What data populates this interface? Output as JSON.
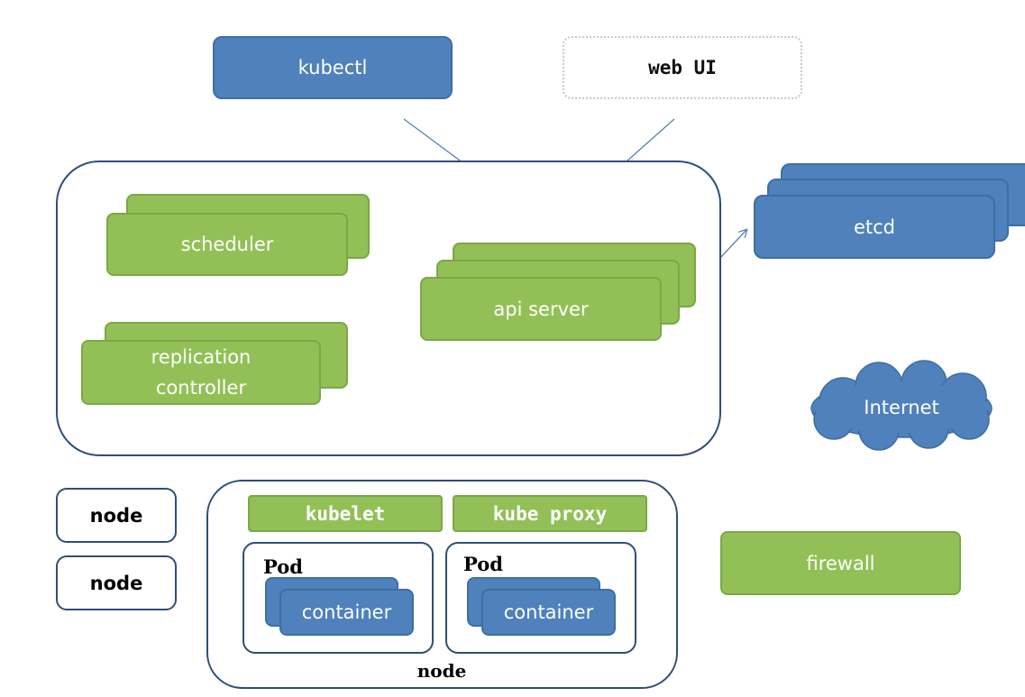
{
  "diagram": {
    "kubectl": "kubectl",
    "web_ui": "web UI",
    "scheduler": "scheduler",
    "replication_controller": "replication\ncontroller",
    "api_server": "api server",
    "etcd": "etcd",
    "internet": "Internet",
    "node_1": "node",
    "node_2": "node",
    "kubelet": "kubelet",
    "kube_proxy": "kube proxy",
    "pod_1": "Pod",
    "pod_2": "Pod",
    "container_1": "container",
    "container_2": "container",
    "node_main": "node",
    "firewall": "firewall"
  },
  "colors": {
    "blue": "#4f81bd",
    "green": "#92c056",
    "outline": "#2f4e79",
    "arrow": "#5b7fb8"
  }
}
